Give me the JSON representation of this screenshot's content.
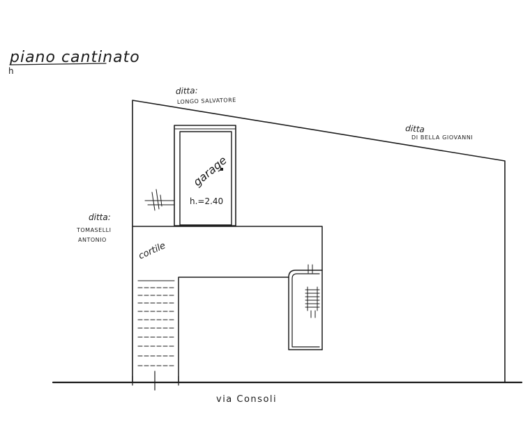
{
  "title": "piano cantinato",
  "title_mark": "h",
  "labels": {
    "north_ditta": "ditta:",
    "north_owner": "LONGO SALVATORE",
    "east_ditta": "ditta",
    "east_owner": "DI BELLA GIOVANNI",
    "west_ditta": "ditta:",
    "west_owner_1": "TOMASELLI",
    "west_owner_2": "ANTONIO",
    "garage": "garage",
    "garage_height": "h.=2.40",
    "courtyard": "cortile",
    "street": "via Consoli"
  }
}
